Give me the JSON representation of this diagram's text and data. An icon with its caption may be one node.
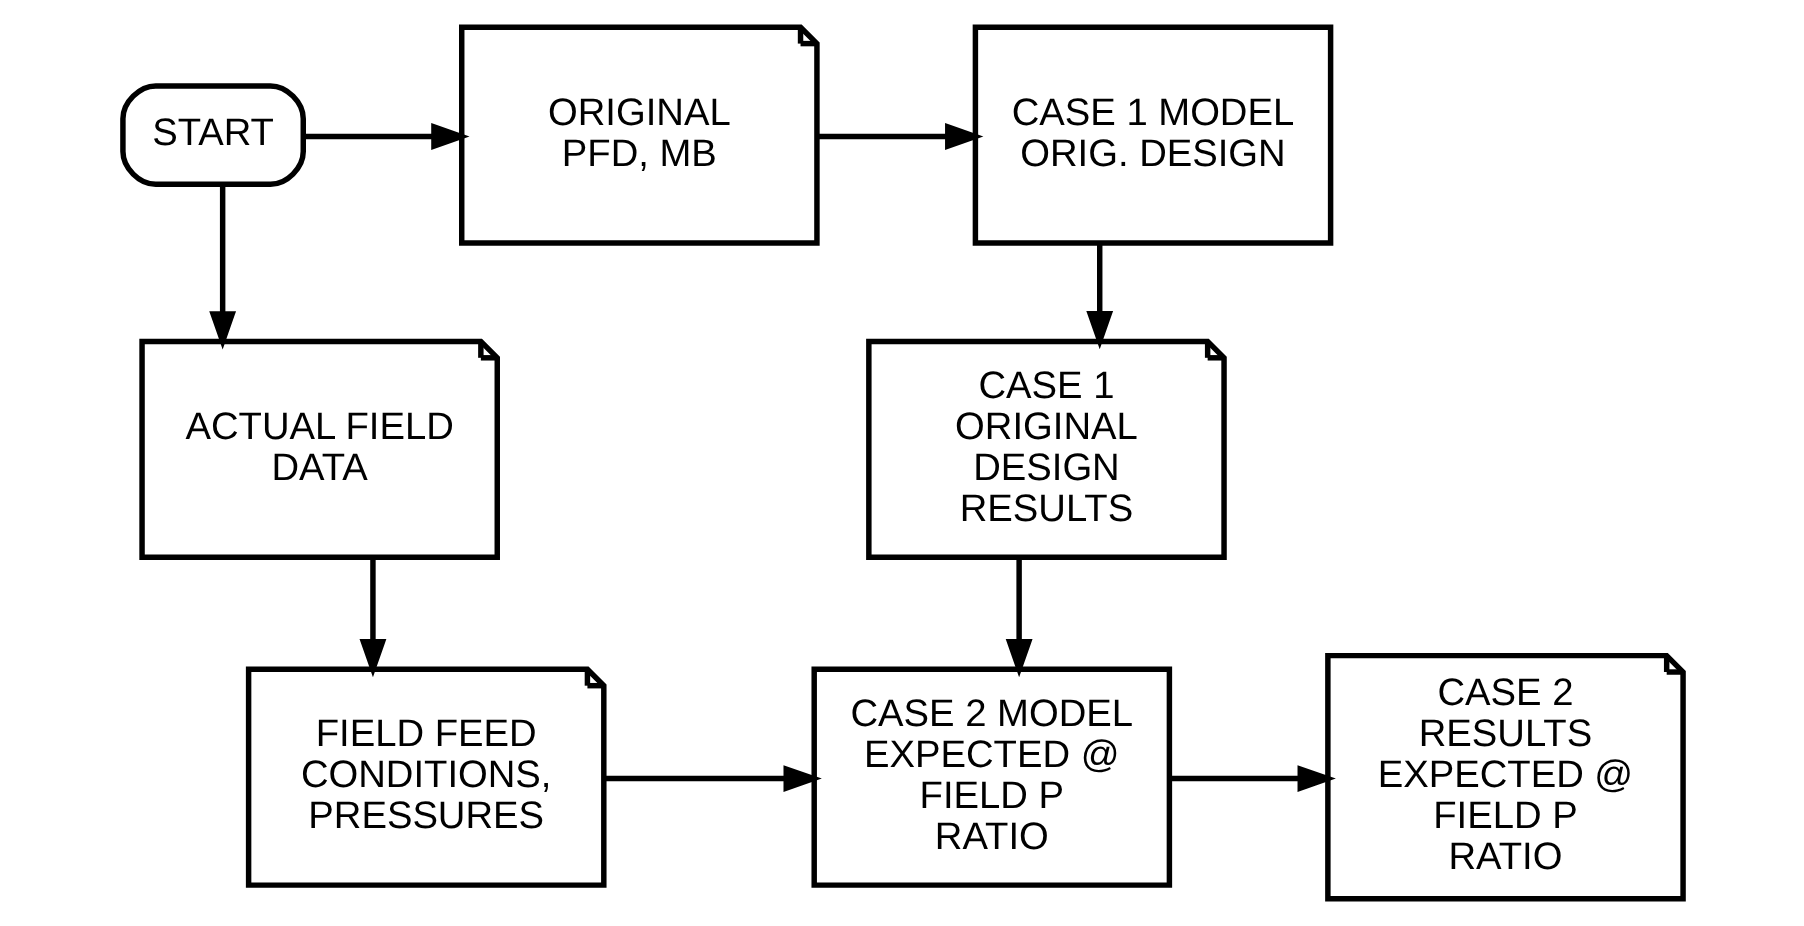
{
  "diagram": {
    "nodes": [
      {
        "text": [
          "START"
        ]
      },
      {
        "text": [
          "ORIGINAL PFD, MB"
        ]
      },
      {
        "text": [
          "CASE 1 MODEL ORIG. DESIGN"
        ]
      },
      {
        "text": [
          "ACTUAL FIELD DATA"
        ]
      },
      {
        "text": [
          "CASE 1 ORIGINAL DESIGN RESULTS"
        ]
      },
      {
        "text": [
          "FIELD FEED CONDITIONS, PRESSURES"
        ]
      },
      {
        "text": [
          "CASE 2 MODEL EXPECTED @ FIELD P RATIO"
        ]
      },
      {
        "text": [
          "CASE 2 RESULTS EXPECTED @ FIELD P RATIO"
        ]
      }
    ],
    "edges": [
      {
        "from": 0,
        "to": 1,
        "arrow": "to"
      },
      {
        "from": 1,
        "to": 2,
        "arrow": "to"
      },
      {
        "from": 0,
        "to": 3,
        "arrow": "to"
      },
      {
        "from": 2,
        "to": 4,
        "arrow": "to"
      },
      {
        "from": 3,
        "to": 5,
        "arrow": "to"
      },
      {
        "from": 4,
        "to": 6,
        "arrow": "to"
      },
      {
        "from": 5,
        "to": 6,
        "arrow": "to"
      },
      {
        "from": 6,
        "to": 7,
        "arrow": "to"
      }
    ]
  }
}
